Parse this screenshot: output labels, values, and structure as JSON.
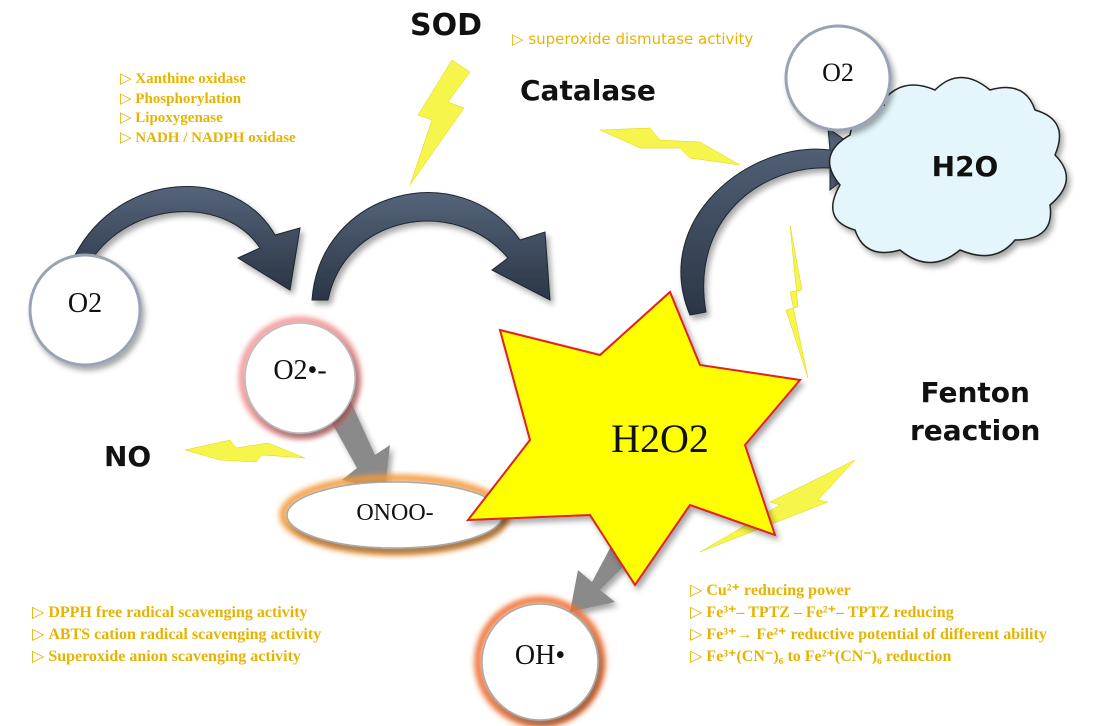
{
  "labels": {
    "sod": "SOD",
    "catalase": "Catalase",
    "no": "NO",
    "fenton_line1": "Fenton",
    "fenton_line2": "reaction"
  },
  "sod_note": "superoxide dismutase activity",
  "sources": [
    "Xanthine oxidase",
    "Phosphorylation",
    "Lipoxygenase",
    "NADH / NADPH oxidase"
  ],
  "scavenging": [
    "DPPH free radical scavenging activity",
    "ABTS cation radical scavenging activity",
    "Superoxide anion scavenging activity"
  ],
  "reducing": [
    "Cu²⁺ reducing power",
    "Fe³⁺– TPTZ – Fe²⁺– TPTZ reducing",
    "Fe³⁺→ Fe²⁺ reductive potential of different ability",
    "Fe³⁺(CN⁻)₆ to Fe²⁺(CN⁻)₆ reduction"
  ],
  "molecules": {
    "o2_left": "O2",
    "superoxide": "O2•-",
    "o2_right": "O2",
    "water": "H2O",
    "peroxide": "H2O2",
    "peroxynitrite": "ONOO-",
    "hydroxyl": "OH•"
  },
  "colors": {
    "note": "#e6b400",
    "bolt": "#f5f542",
    "star": "#ffff00",
    "arrow_dark": "#3a4658"
  }
}
